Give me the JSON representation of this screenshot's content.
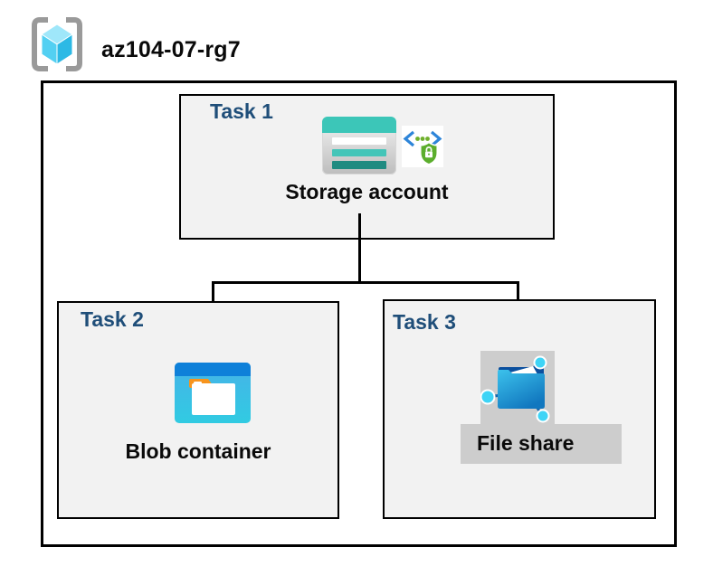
{
  "header": {
    "resource_group": "az104-07-rg7",
    "icon": "resource-group-icon"
  },
  "tasks": [
    {
      "label": "Task 1",
      "item": "Storage account",
      "icons": [
        "storage-account-icon",
        "sas-lock-icon"
      ]
    },
    {
      "label": "Task 2",
      "item": "Blob container",
      "icons": [
        "blob-container-icon"
      ]
    },
    {
      "label": "Task 3",
      "item": "File share",
      "icons": [
        "file-share-icon"
      ]
    }
  ],
  "connections": [
    {
      "from": "Storage account",
      "to": "Blob container"
    },
    {
      "from": "Storage account",
      "to": "File share"
    }
  ],
  "colors": {
    "task_label": "#1f4e79",
    "box_fill": "#f2f2f2",
    "gray_plate": "#cdcdcd",
    "storage_teal": "#3cc6b8",
    "storage_teal_dark": "#1f8b81",
    "blob_header_blue": "#0e80d9",
    "blob_body_cyan": "#31cbe2",
    "blob_tab_orange": "#f7941d",
    "sas_bracket_blue": "#2e85d9",
    "sas_green": "#5cae2d",
    "fileshare_navy": "#0b4f9e",
    "fileshare_node_cyan": "#3ed4f6",
    "rg_bracket_gray": "#9a9a9a",
    "rg_cube_light": "#9fe7fa",
    "line_black": "#000000"
  }
}
